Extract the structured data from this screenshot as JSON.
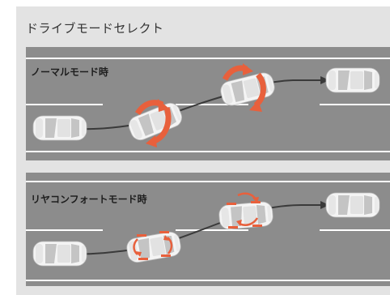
{
  "page": {
    "title": "ドライブモードセレクト"
  },
  "panels": [
    {
      "label": "ノーマルモード時"
    },
    {
      "label": "リヤコンフォートモード時"
    }
  ],
  "colors": {
    "background": "#e3e3e3",
    "road": "#8c8c8c",
    "lane_line": "#ffffff",
    "trajectory": "#3a3a3a",
    "car_body": "#f4f4f4",
    "car_glass": "#c4c4c4",
    "rotation_arrow": "#e8603c",
    "wheel_marker": "#e8603c"
  },
  "icons": [
    "car-icon",
    "rotation-arrow-icon",
    "wheel-marker-icon",
    "arrowhead-icon"
  ]
}
